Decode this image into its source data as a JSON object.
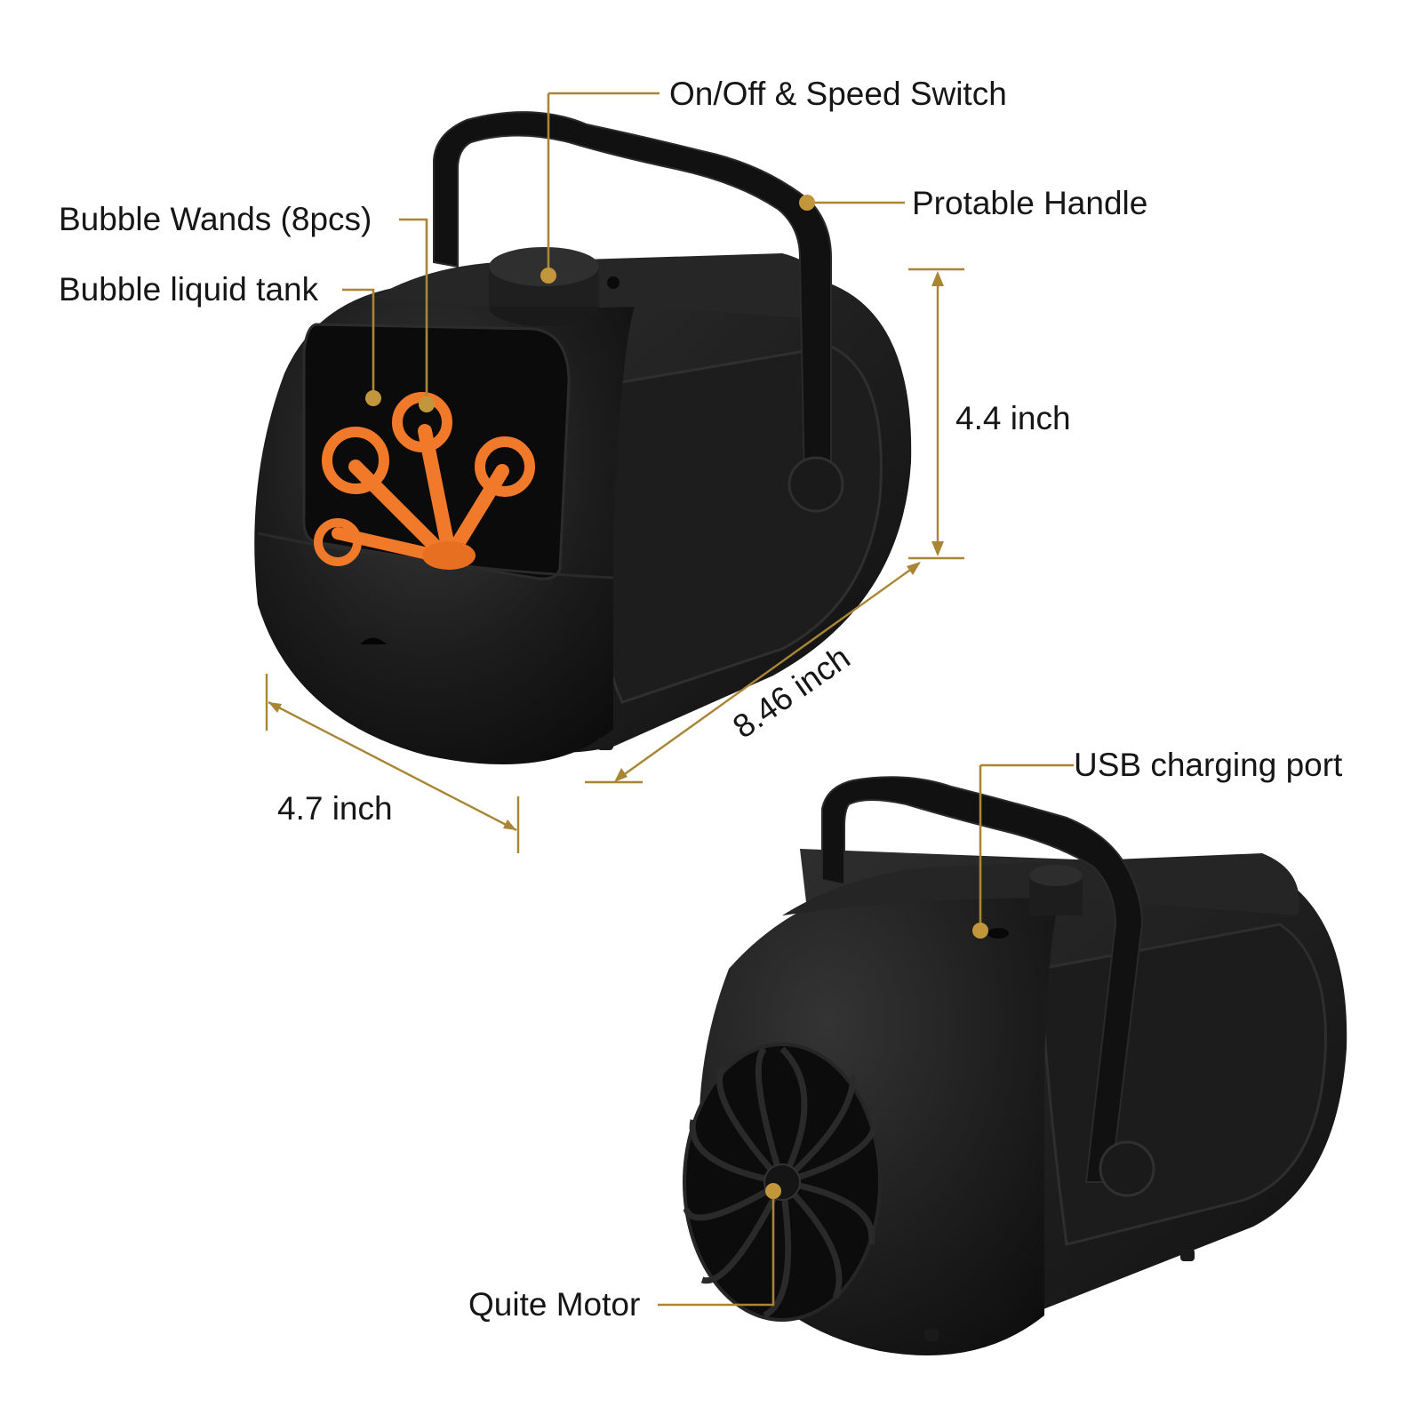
{
  "labels": {
    "switch": "On/Off & Speed Switch",
    "handle": "Protable Handle",
    "wands": "Bubble Wands (8pcs)",
    "tank": "Bubble liquid tank",
    "usb": "USB charging port",
    "motor": "Quite Motor"
  },
  "dimensions": {
    "height": "4.4 inch",
    "length": "8.46 inch",
    "width": "4.7 inch"
  },
  "colors": {
    "leader_line": "#a88636",
    "marker_dot": "#c2973b",
    "body": "#151515",
    "wand": "#f07a2a"
  }
}
